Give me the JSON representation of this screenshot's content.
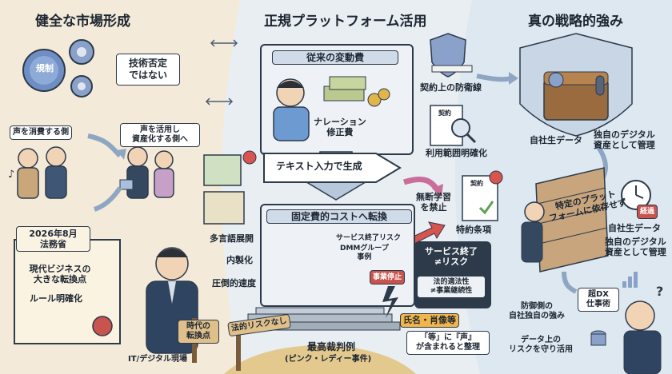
{
  "sections": {
    "left_title": "健全な市場形成",
    "center_title": "正規プラットフォーム活用",
    "right_title": "真の戦略的強み"
  },
  "left": {
    "gear_label": "規制",
    "not_denial": "技術否定\nではない",
    "consume_voice": "声を消費する側",
    "asset_voice": "声を活用し\n資産化する側へ",
    "date_box": "2026年8月\n法務省",
    "scroll_text_1": "現代ビジネスの\n大きな転換点",
    "scroll_text_2": "ルール明確化",
    "signpost": "時代の\n転換点",
    "field_label": "IT/デジタル現場"
  },
  "center": {
    "variable_cost_title": "従来の変動費",
    "narration_fee": "ナレーション\n修正費",
    "text_gen": "テキスト入力で生成",
    "fixed_cost_title": "固定費的コストへ転換",
    "multi_lang": "多言語展開",
    "in_house": "内製化",
    "speed": "圧倒的速度",
    "service_risk": "サービス終了リスク",
    "dmm_case": "DMMグループ\n事例",
    "service_stop": "事業停止",
    "no_legal_risk": "法的リスクなし",
    "supreme_court": "最高裁判例",
    "pink_lady": "(ピンク・レディー事件)"
  },
  "middle": {
    "contract_defense": "契約上の防衛線",
    "contract_word": "契約",
    "usage_scope": "利用範囲明確化",
    "no_learning": "無断学習\nを禁止",
    "special_clause": "特約条項",
    "service_end_title": "サービス終了\n≠リスク",
    "legality": "法的適法性\n≠事業継続性",
    "name_portrait": "氏名・肖像等",
    "includes_voice": "「等」に『声』\nが含まれると整理"
  },
  "right": {
    "own_data_1": "自社生データ",
    "digital_asset_1": "独自のデジタル\n資産として管理",
    "wall_text": "特定のプラット\nフォームに依存せず",
    "via_label": "経過",
    "own_data_2": "自社生データ",
    "digital_asset_2": "独自のデジタル\n資産として管理",
    "super_dx": "超DX\n仕事術",
    "defense_strength": "防御側の\n自社独自の強み",
    "data_risk": "データ上の\nリスクを守り活用"
  },
  "colors": {
    "left_bg": "#f3ead9",
    "center_bg": "#e9eef3",
    "right_bg": "#dde8f1",
    "arrow": "#8fa6c2",
    "red_arrow": "#d9534f",
    "banner": "#2d3a4a"
  }
}
